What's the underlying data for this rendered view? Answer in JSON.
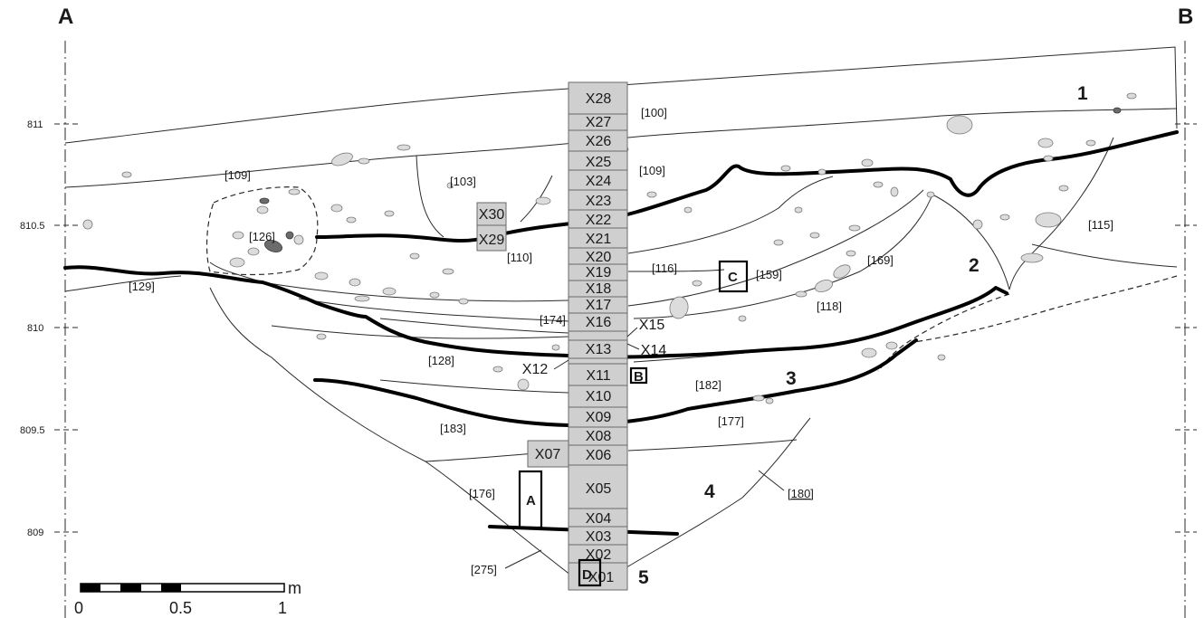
{
  "corners": {
    "left": "A",
    "right": "B"
  },
  "elevations": [
    {
      "label": "811",
      "value": 811
    },
    {
      "label": "810.5",
      "value": 810.5
    },
    {
      "label": "810",
      "value": 810
    },
    {
      "label": "809.5",
      "value": 809.5
    },
    {
      "label": "809",
      "value": 809
    }
  ],
  "units": [
    "1",
    "2",
    "3",
    "4",
    "5"
  ],
  "contexts": [
    "[100]",
    "[109]",
    "[109]",
    "[103]",
    "[110]",
    "[126]",
    "[129]",
    "[116]",
    "[159]",
    "[169]",
    "[115]",
    "[118]",
    "[174]",
    "[128]",
    "[182]",
    "[177]",
    "[183]",
    "[176]",
    "[180]",
    "[275]"
  ],
  "samples": [
    "X28",
    "X27",
    "X26",
    "X25",
    "X24",
    "X23",
    "X22",
    "X21",
    "X20",
    "X19",
    "X18",
    "X17",
    "X16",
    "X15",
    "X14",
    "X13",
    "X12",
    "X11",
    "X10",
    "X09",
    "X08",
    "X07",
    "X06",
    "X05",
    "X04",
    "X03",
    "X02",
    "X01",
    "X30",
    "X29"
  ],
  "boxes": [
    "A",
    "B",
    "C",
    "D"
  ],
  "scale": {
    "unit": "m",
    "labels": [
      "0",
      "0.5",
      "1"
    ]
  }
}
